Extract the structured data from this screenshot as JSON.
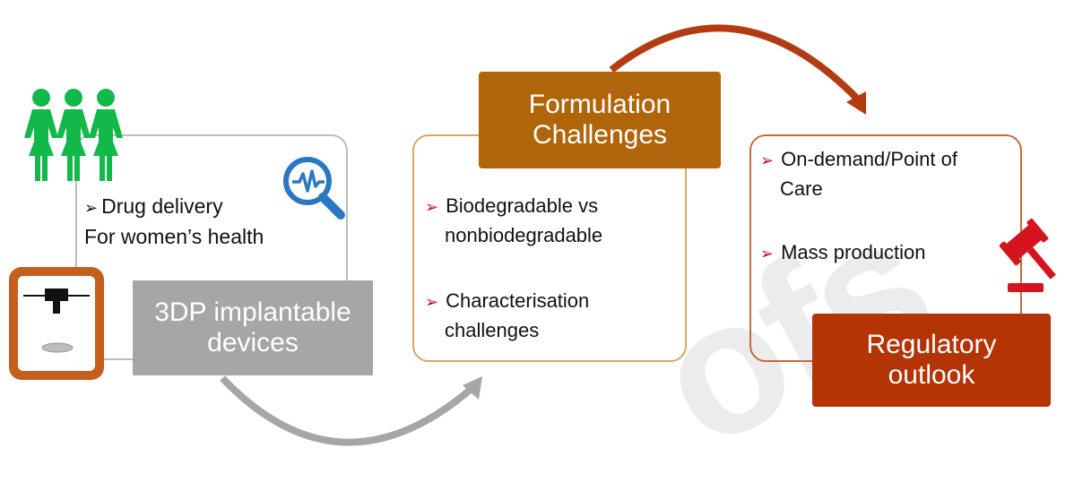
{
  "colors": {
    "people": "#13b84a",
    "gray_box": "#a6a6a6",
    "brown_box": "#b1650a",
    "red_box": "#b43406",
    "panel1_border": "#bdbdbd",
    "panel2_border": "#d9a66a",
    "panel3_border": "#c96a3a",
    "arrow_gray": "#a6a6a6",
    "arrow_red": "#b33b12",
    "bullet": "#c0141a",
    "gavel": "#d4141e",
    "printer_frame": "#c45f1d",
    "search_icon": "#2a78c4"
  },
  "icons": {
    "women_group": "women-group-icon",
    "analytics_search": "analytics-search-icon",
    "printer_3d": "3d-printer-icon",
    "gavel": "gavel-icon"
  },
  "panel1": {
    "line1": "Drug delivery",
    "line2": "For women’s health",
    "label_line1": "3DP implantable",
    "label_line2": "devices"
  },
  "panel2": {
    "title_line1": "Formulation",
    "title_line2": "Challenges",
    "item1_line1": "Biodegradable vs",
    "item1_line2": "nonbiodegradable",
    "item2_line1": "Characterisation",
    "item2_line2": "challenges"
  },
  "panel3": {
    "item1_line1": "On-demand/Point of",
    "item1_line2": "Care",
    "item2": "Mass production",
    "label_line1": "Regulatory",
    "label_line2": "outlook"
  }
}
